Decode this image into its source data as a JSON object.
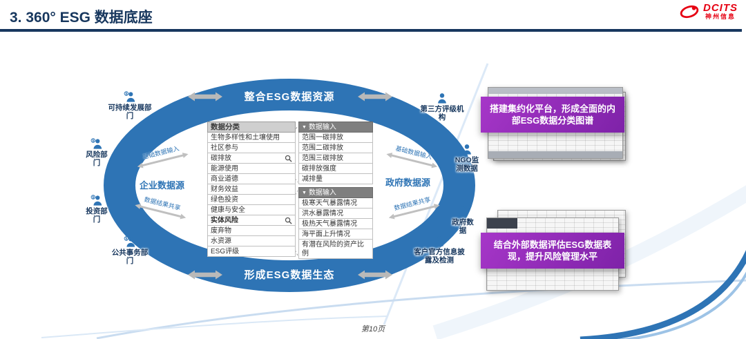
{
  "colors": {
    "accent": "#2E74B5",
    "navy": "#17375E",
    "purple_a": "#A636C8",
    "purple_b": "#7E22A8",
    "light_blue": "#BDD7EE",
    "header_gray": "#CFCFCF",
    "band_gray": "#7F7F7F",
    "table_border": "#BFBFBF",
    "logo_red": "#E60012"
  },
  "header": {
    "title": "3. 360° ESG 数据底座",
    "logo": {
      "name": "DCITS",
      "subtitle": "神州信息"
    }
  },
  "icons": {
    "dollar": "$",
    "input_marker": "▼"
  },
  "diagram": {
    "top_band": "整合ESG数据资源",
    "bottom_band": "形成ESG数据生态",
    "enterprise_source": "企业数据源",
    "government_source": "政府数据源",
    "flow_input": "基础数据输入",
    "flow_share": "数据结果共享",
    "left_nodes": [
      "可持续发展部门",
      "风险部门",
      "投资部门",
      "公共事务部门"
    ],
    "right_nodes": [
      "第三方评级机构",
      "NGO监测数据",
      "政府数据",
      "客户官方信息披露及检测"
    ],
    "classification": {
      "header": "数据分类",
      "rows": [
        "生物多样性和土壤使用",
        "社区参与",
        "碳排放",
        "能源使用",
        "商业道德",
        "财务效益",
        "绿色投资",
        "健康与安全",
        "实体风险",
        "废弃物",
        "水资源",
        "ESG评级"
      ]
    },
    "input_box_1": {
      "header": "数据输入",
      "rows": [
        "范围一碳排放",
        "范围二碳排放",
        "范围三碳排放",
        "碳排放强度",
        "减排量"
      ]
    },
    "input_box_2": {
      "header": "数据输入",
      "rows": [
        "极寒天气暴露情况",
        "洪水暴露情况",
        "极热天气暴露情况",
        "海平面上升情况",
        "有潜在风险的资产比例"
      ]
    }
  },
  "callouts": [
    "搭建集约化平台，形成全面的内部ESG数据分类图谱",
    "结合外部数据评估ESG数据表现，提升风险管理水平"
  ],
  "footer": {
    "page": "第10页"
  }
}
